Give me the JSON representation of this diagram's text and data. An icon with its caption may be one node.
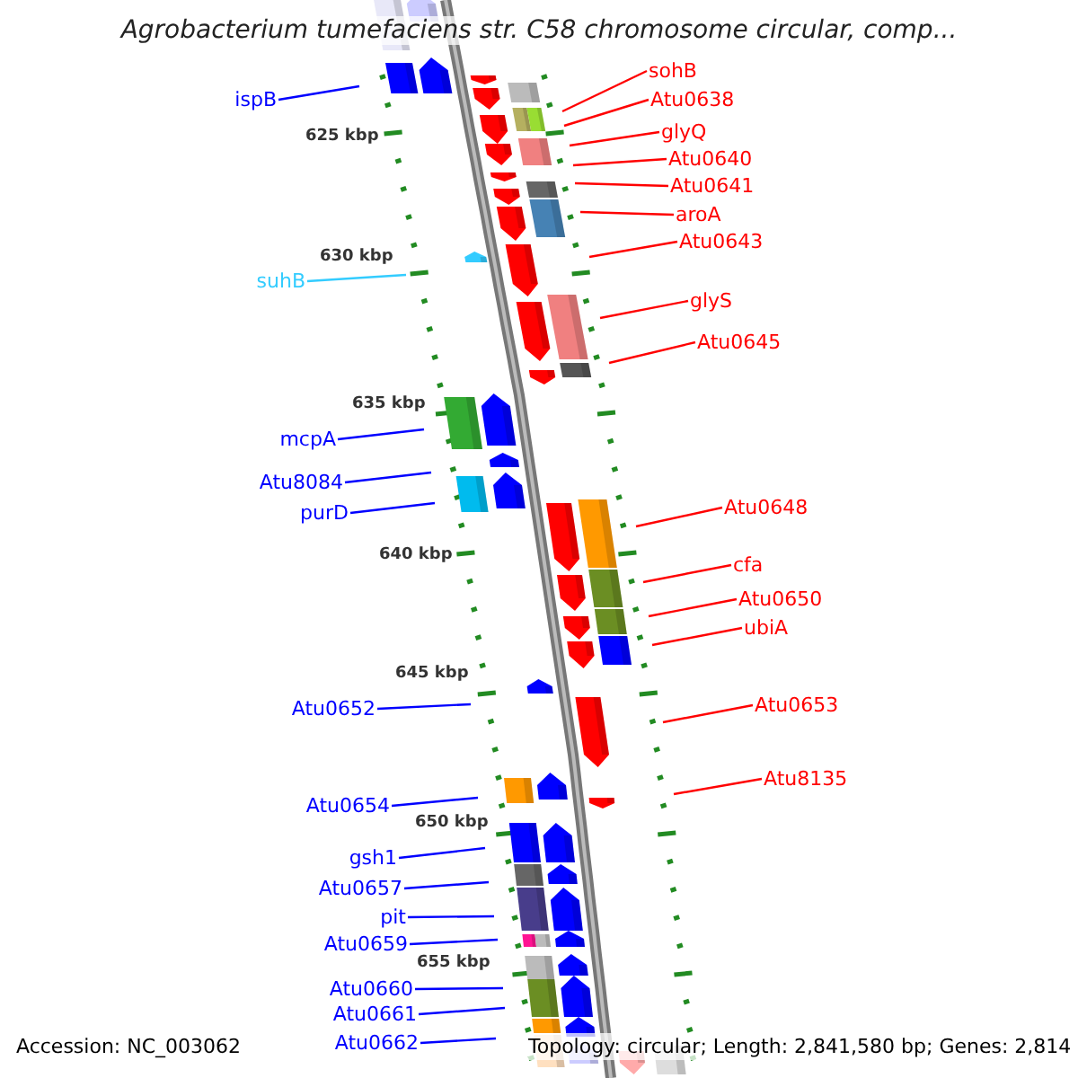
{
  "diagram": {
    "title": "Agrobacterium tumefaciens str. C58 chromosome circular, comp...",
    "nodes": [
      {
        "text": [
          "sohB"
        ]
      },
      {
        "text": [
          "Atu0638"
        ]
      },
      {
        "text": [
          "ispB"
        ]
      },
      {
        "text": [
          "glyQ"
        ]
      },
      {
        "text": [
          "Atu0640"
        ]
      },
      {
        "text": [
          "Atu0641"
        ]
      },
      {
        "text": [
          "aroA"
        ]
      },
      {
        "text": [
          "Atu0643"
        ]
      },
      {
        "text": [
          "suhB"
        ]
      },
      {
        "text": [
          "glyS"
        ]
      },
      {
        "text": [
          "Atu0645"
        ]
      },
      {
        "text": [
          "mcpA"
        ]
      },
      {
        "text": [
          "Atu8084"
        ]
      },
      {
        "text": [
          "Atu0648"
        ]
      },
      {
        "text": [
          "purD"
        ]
      },
      {
        "text": [
          "cfa"
        ]
      },
      {
        "text": [
          "Atu0650"
        ]
      },
      {
        "text": [
          "ubiA"
        ]
      },
      {
        "text": [
          "Atu0652"
        ]
      },
      {
        "text": [
          "Atu0653"
        ]
      },
      {
        "text": [
          "Atu8135"
        ]
      },
      {
        "text": [
          "Atu0654"
        ]
      },
      {
        "text": [
          "gsh1"
        ]
      },
      {
        "text": [
          "Atu0657"
        ]
      },
      {
        "text": [
          "pit"
        ]
      },
      {
        "text": [
          "Atu0659"
        ]
      },
      {
        "text": [
          "Atu0660"
        ]
      },
      {
        "text": [
          "Atu0661"
        ]
      },
      {
        "text": [
          "Atu0662"
        ]
      }
    ],
    "edges": [
      {
        "from": 0,
        "to": null,
        "arrow": "none"
      },
      {
        "from": 1,
        "to": null,
        "arrow": "none"
      },
      {
        "from": 2,
        "to": null,
        "arrow": "none",
        "color": "#0000ff"
      },
      {
        "from": 3,
        "to": null,
        "arrow": "none"
      },
      {
        "from": 4,
        "to": null,
        "arrow": "none"
      },
      {
        "from": 5,
        "to": null,
        "arrow": "none"
      },
      {
        "from": 6,
        "to": null,
        "arrow": "none"
      },
      {
        "from": 7,
        "to": null,
        "arrow": "none"
      },
      {
        "from": 8,
        "to": null,
        "arrow": "none",
        "color": "#33ccff"
      },
      {
        "from": 9,
        "to": null,
        "arrow": "none"
      },
      {
        "from": 10,
        "to": null,
        "arrow": "none"
      },
      {
        "from": 11,
        "to": null,
        "arrow": "none",
        "color": "#0000ff"
      },
      {
        "from": 12,
        "to": null,
        "arrow": "none",
        "color": "#0000ff"
      },
      {
        "from": 13,
        "to": null,
        "arrow": "none"
      },
      {
        "from": 14,
        "to": null,
        "arrow": "none",
        "color": "#0000ff"
      },
      {
        "from": 15,
        "to": null,
        "arrow": "none"
      },
      {
        "from": 16,
        "to": null,
        "arrow": "none"
      },
      {
        "from": 17,
        "to": null,
        "arrow": "none"
      },
      {
        "from": 18,
        "to": null,
        "arrow": "none",
        "color": "#0000ff"
      },
      {
        "from": 19,
        "to": null,
        "arrow": "none"
      },
      {
        "from": 20,
        "to": null,
        "arrow": "none"
      },
      {
        "from": 21,
        "to": null,
        "arrow": "none",
        "color": "#0000ff"
      },
      {
        "from": 22,
        "to": null,
        "arrow": "none",
        "color": "#0000ff"
      },
      {
        "from": 23,
        "to": null,
        "arrow": "none",
        "color": "#0000ff"
      },
      {
        "from": 24,
        "to": null,
        "arrow": "none",
        "color": "#0000ff"
      },
      {
        "from": 25,
        "to": null,
        "arrow": "none",
        "color": "#0000ff"
      },
      {
        "from": 26,
        "to": null,
        "arrow": "none",
        "color": "#0000ff"
      },
      {
        "from": 27,
        "to": null,
        "arrow": "none",
        "color": "#0000ff"
      },
      {
        "from": 28,
        "to": null,
        "arrow": "none",
        "color": "#0000ff"
      }
    ],
    "labels": [
      "625 kbp",
      "630 kbp",
      "635 kbp",
      "640 kbp",
      "645 kbp",
      "650 kbp",
      "655 kbp",
      "Accession: NC_003062",
      "Topology: circular; Length: 2,841,580 bp; Genes: 2,814"
    ]
  }
}
